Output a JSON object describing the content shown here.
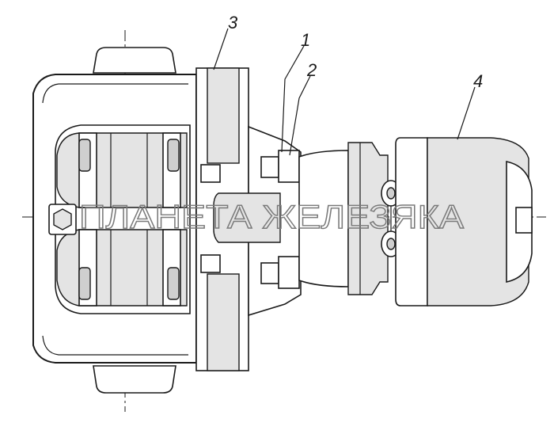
{
  "diagram": {
    "callouts": [
      {
        "id": "1",
        "label": "1"
      },
      {
        "id": "2",
        "label": "2"
      },
      {
        "id": "3",
        "label": "3"
      },
      {
        "id": "4",
        "label": "4"
      }
    ],
    "watermark": "ПЛАНЕТА ЖЕЛЕЗЯКА"
  }
}
